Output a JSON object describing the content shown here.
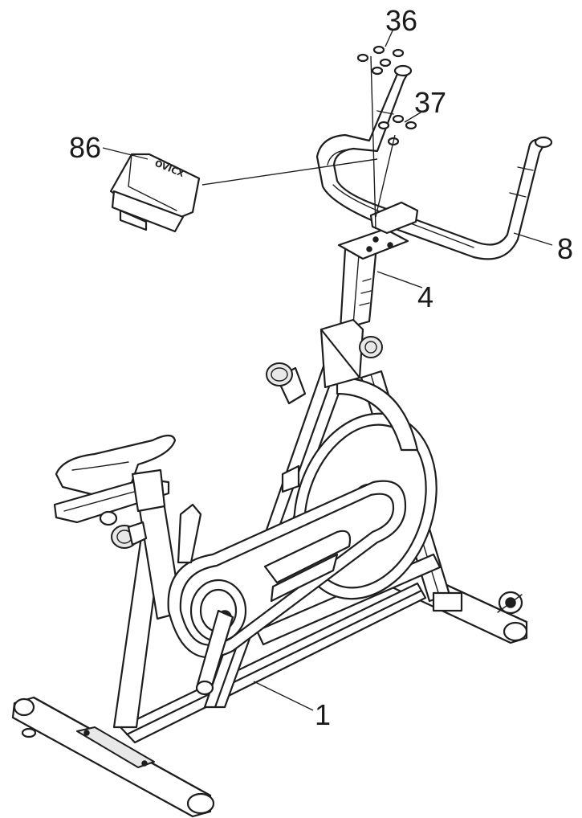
{
  "callouts": {
    "c36": "36",
    "c37": "37",
    "c86": "86",
    "c8": "8",
    "c4": "4",
    "c1": "1"
  },
  "console": {
    "brand": "OVICX"
  }
}
